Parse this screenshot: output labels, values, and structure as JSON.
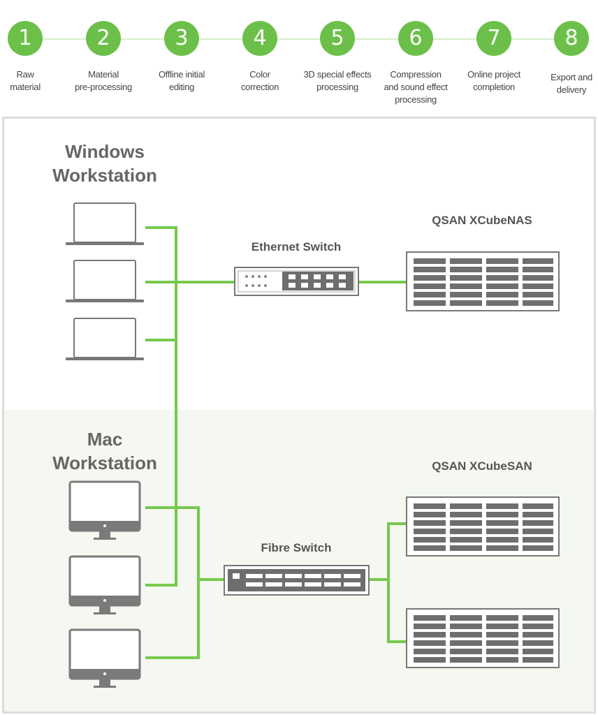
{
  "steps": [
    {
      "number": "1",
      "label": "Raw\nmaterial"
    },
    {
      "number": "2",
      "label": "Material\npre-processing"
    },
    {
      "number": "3",
      "label": "Offline initial\nediting"
    },
    {
      "number": "4",
      "label": "Color\ncorrection"
    },
    {
      "number": "5",
      "label": "3D special effects\nprocessing"
    },
    {
      "number": "6",
      "label": "Compression\nand sound effect\nprocessing"
    },
    {
      "number": "7",
      "label": "Online project\ncompletion"
    },
    {
      "number": "8",
      "label": "Export and\ndelivery"
    }
  ],
  "windows": {
    "title": "Windows\nWorkstation"
  },
  "mac": {
    "title": "Mac\nWorkstation"
  },
  "ethernet_switch": {
    "label": "Ethernet Switch"
  },
  "fibre_switch": {
    "label": "Fibre Switch"
  },
  "nas": {
    "label": "QSAN XCubeNAS"
  },
  "san": {
    "label": "QSAN XCubeSAN"
  },
  "colors": {
    "accent": "#6cc04a",
    "link": "#77c94d",
    "device": "#6e6e6e"
  }
}
